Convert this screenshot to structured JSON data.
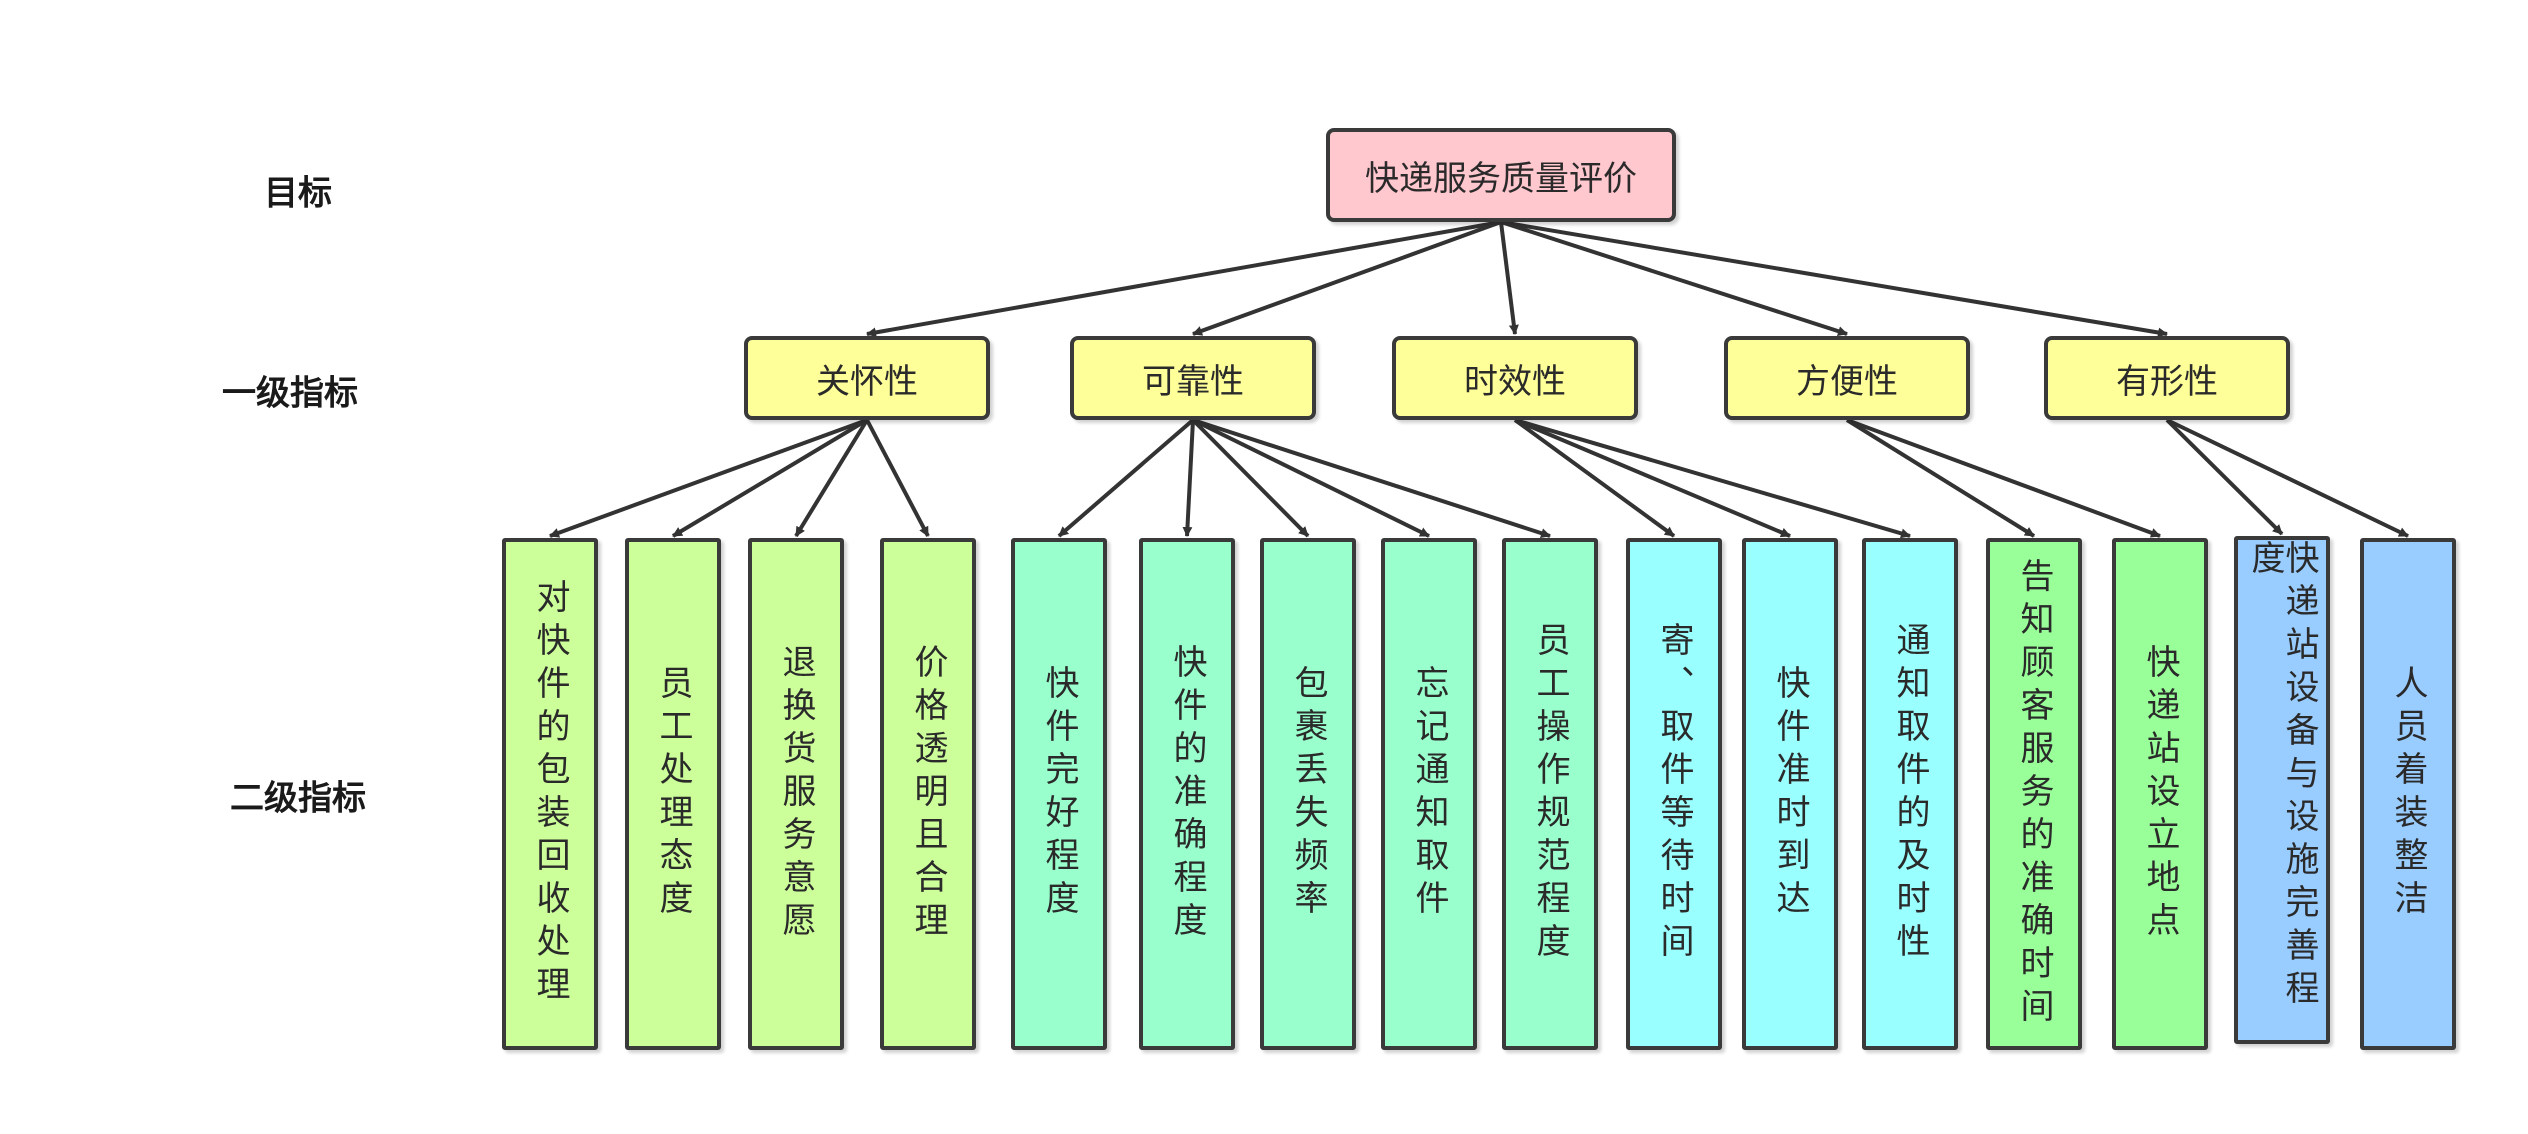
{
  "labels": {
    "goal": "目标",
    "level1": "一级指标",
    "level2": "二级指标"
  },
  "root": {
    "label": "快递服务质量评价",
    "color": "#ffc7ce"
  },
  "level1": [
    {
      "id": "care",
      "label": "关怀性",
      "color": "#ffff99"
    },
    {
      "id": "reliability",
      "label": "可靠性",
      "color": "#ffff99"
    },
    {
      "id": "timeliness",
      "label": "时效性",
      "color": "#ffff99"
    },
    {
      "id": "convenience",
      "label": "方便性",
      "color": "#ffff99"
    },
    {
      "id": "tangibility",
      "label": "有形性",
      "color": "#ffff99"
    }
  ],
  "level2": [
    {
      "parent": 0,
      "label": "对快件的包装回收处理",
      "color": "#ccff99"
    },
    {
      "parent": 0,
      "label": "员工处理态度",
      "color": "#ccff99"
    },
    {
      "parent": 0,
      "label": "退换货服务意愿",
      "color": "#ccff99"
    },
    {
      "parent": 0,
      "label": "价格透明且合理",
      "color": "#ccff99"
    },
    {
      "parent": 1,
      "label": "快件完好程度",
      "color": "#99ffcc"
    },
    {
      "parent": 1,
      "label": "快件的准确程度",
      "color": "#99ffcc"
    },
    {
      "parent": 1,
      "label": "包裹丢失频率",
      "color": "#99ffcc"
    },
    {
      "parent": 1,
      "label": "忘记通知取件",
      "color": "#99ffcc"
    },
    {
      "parent": 1,
      "label": "员工操作规范程度",
      "color": "#99ffcc"
    },
    {
      "parent": 2,
      "label": "寄、取件等待时间",
      "color": "#99ffff"
    },
    {
      "parent": 2,
      "label": "快件准时到达",
      "color": "#99ffff"
    },
    {
      "parent": 2,
      "label": "通知取件的及时性",
      "color": "#99ffff"
    },
    {
      "parent": 3,
      "label": "告知顾客服务的准确时间",
      "color": "#99ff99"
    },
    {
      "parent": 3,
      "label": "快递站设立地点",
      "color": "#99ff99"
    },
    {
      "parent": 4,
      "label": "快递站设备与设施完善程度",
      "color": "#99ccff"
    },
    {
      "parent": 4,
      "label": "人员着装整洁",
      "color": "#99ccff"
    }
  ]
}
